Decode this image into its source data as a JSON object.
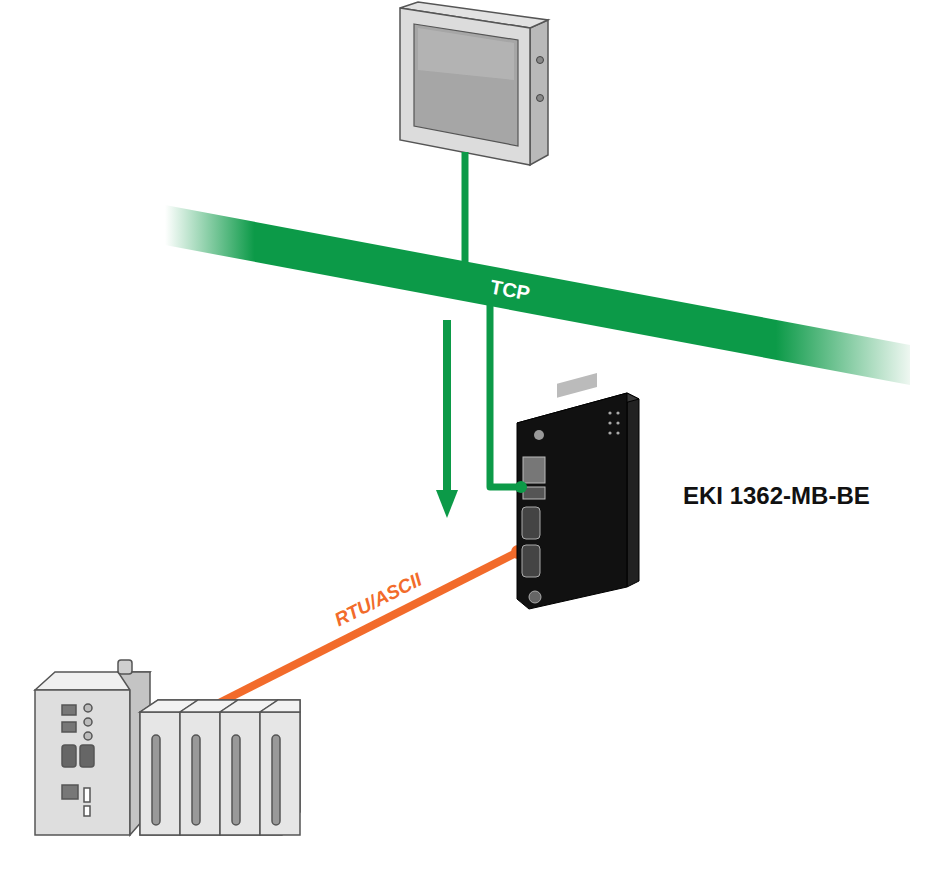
{
  "diagram": {
    "nodes": [
      {
        "text": [
          "TCP"
        ]
      },
      {
        "text": [
          "EKI 1362-MB-BE"
        ]
      }
    ],
    "edges": [
      {
        "from": 0,
        "to": 1,
        "arrow": "none"
      }
    ],
    "labels": [
      "RTU/ASCII"
    ]
  }
}
